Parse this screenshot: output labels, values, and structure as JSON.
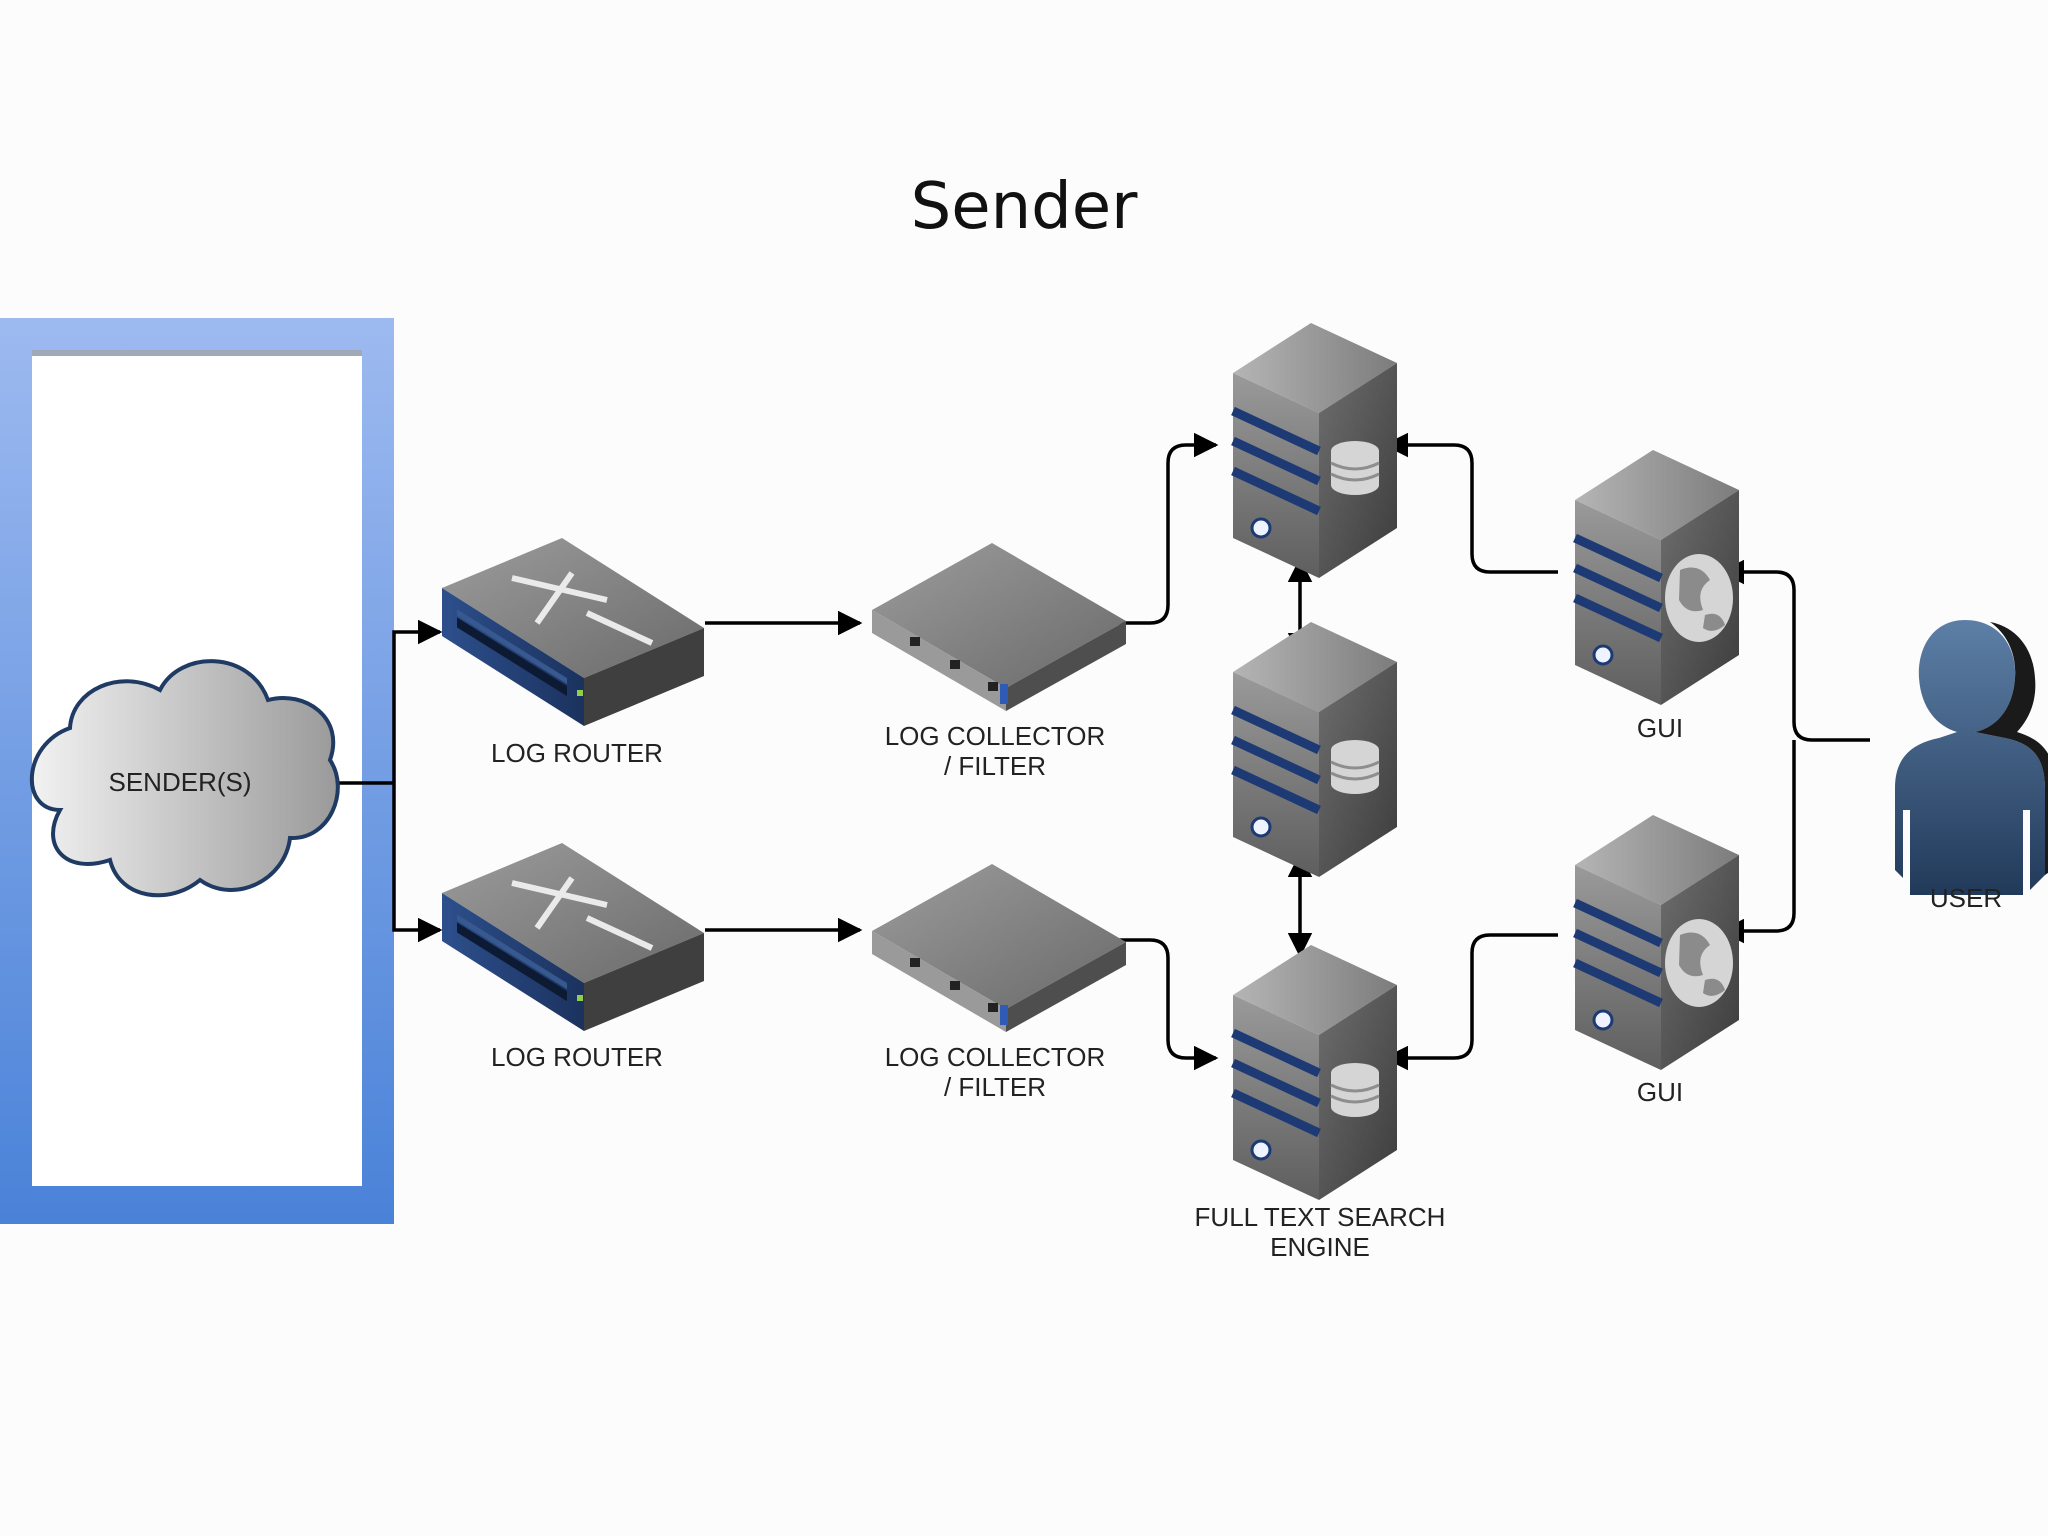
{
  "title": "Sender",
  "nodes": {
    "senders": {
      "label": "SENDER(S)",
      "icon": "cloud-icon"
    },
    "log_router_top": {
      "label": "LOG ROUTER",
      "icon": "router-icon"
    },
    "log_router_bottom": {
      "label": "LOG ROUTER",
      "icon": "router-icon"
    },
    "log_collector_top": {
      "label_line1": "LOG COLLECTOR",
      "label_line2": "/ FILTER",
      "icon": "rack-server-icon"
    },
    "log_collector_bottom": {
      "label_line1": "LOG COLLECTOR",
      "label_line2": "/ FILTER",
      "icon": "rack-server-icon"
    },
    "search_engine_top": {
      "icon": "database-server-icon"
    },
    "search_engine_middle": {
      "icon": "database-server-icon"
    },
    "search_engine_bottom": {
      "label_line1": "FULL TEXT SEARCH",
      "label_line2": "ENGINE",
      "icon": "database-server-icon"
    },
    "gui_top": {
      "label": "GUI",
      "icon": "web-server-icon"
    },
    "gui_bottom": {
      "label": "GUI",
      "icon": "web-server-icon"
    },
    "user": {
      "label": "USER",
      "icon": "user-icon"
    }
  },
  "colors": {
    "highlight_frame": "#5b8ee0",
    "cloud_outline": "#1f3a63",
    "server_stripe": "#1d3a74",
    "user_body": "#2c4a6e"
  }
}
